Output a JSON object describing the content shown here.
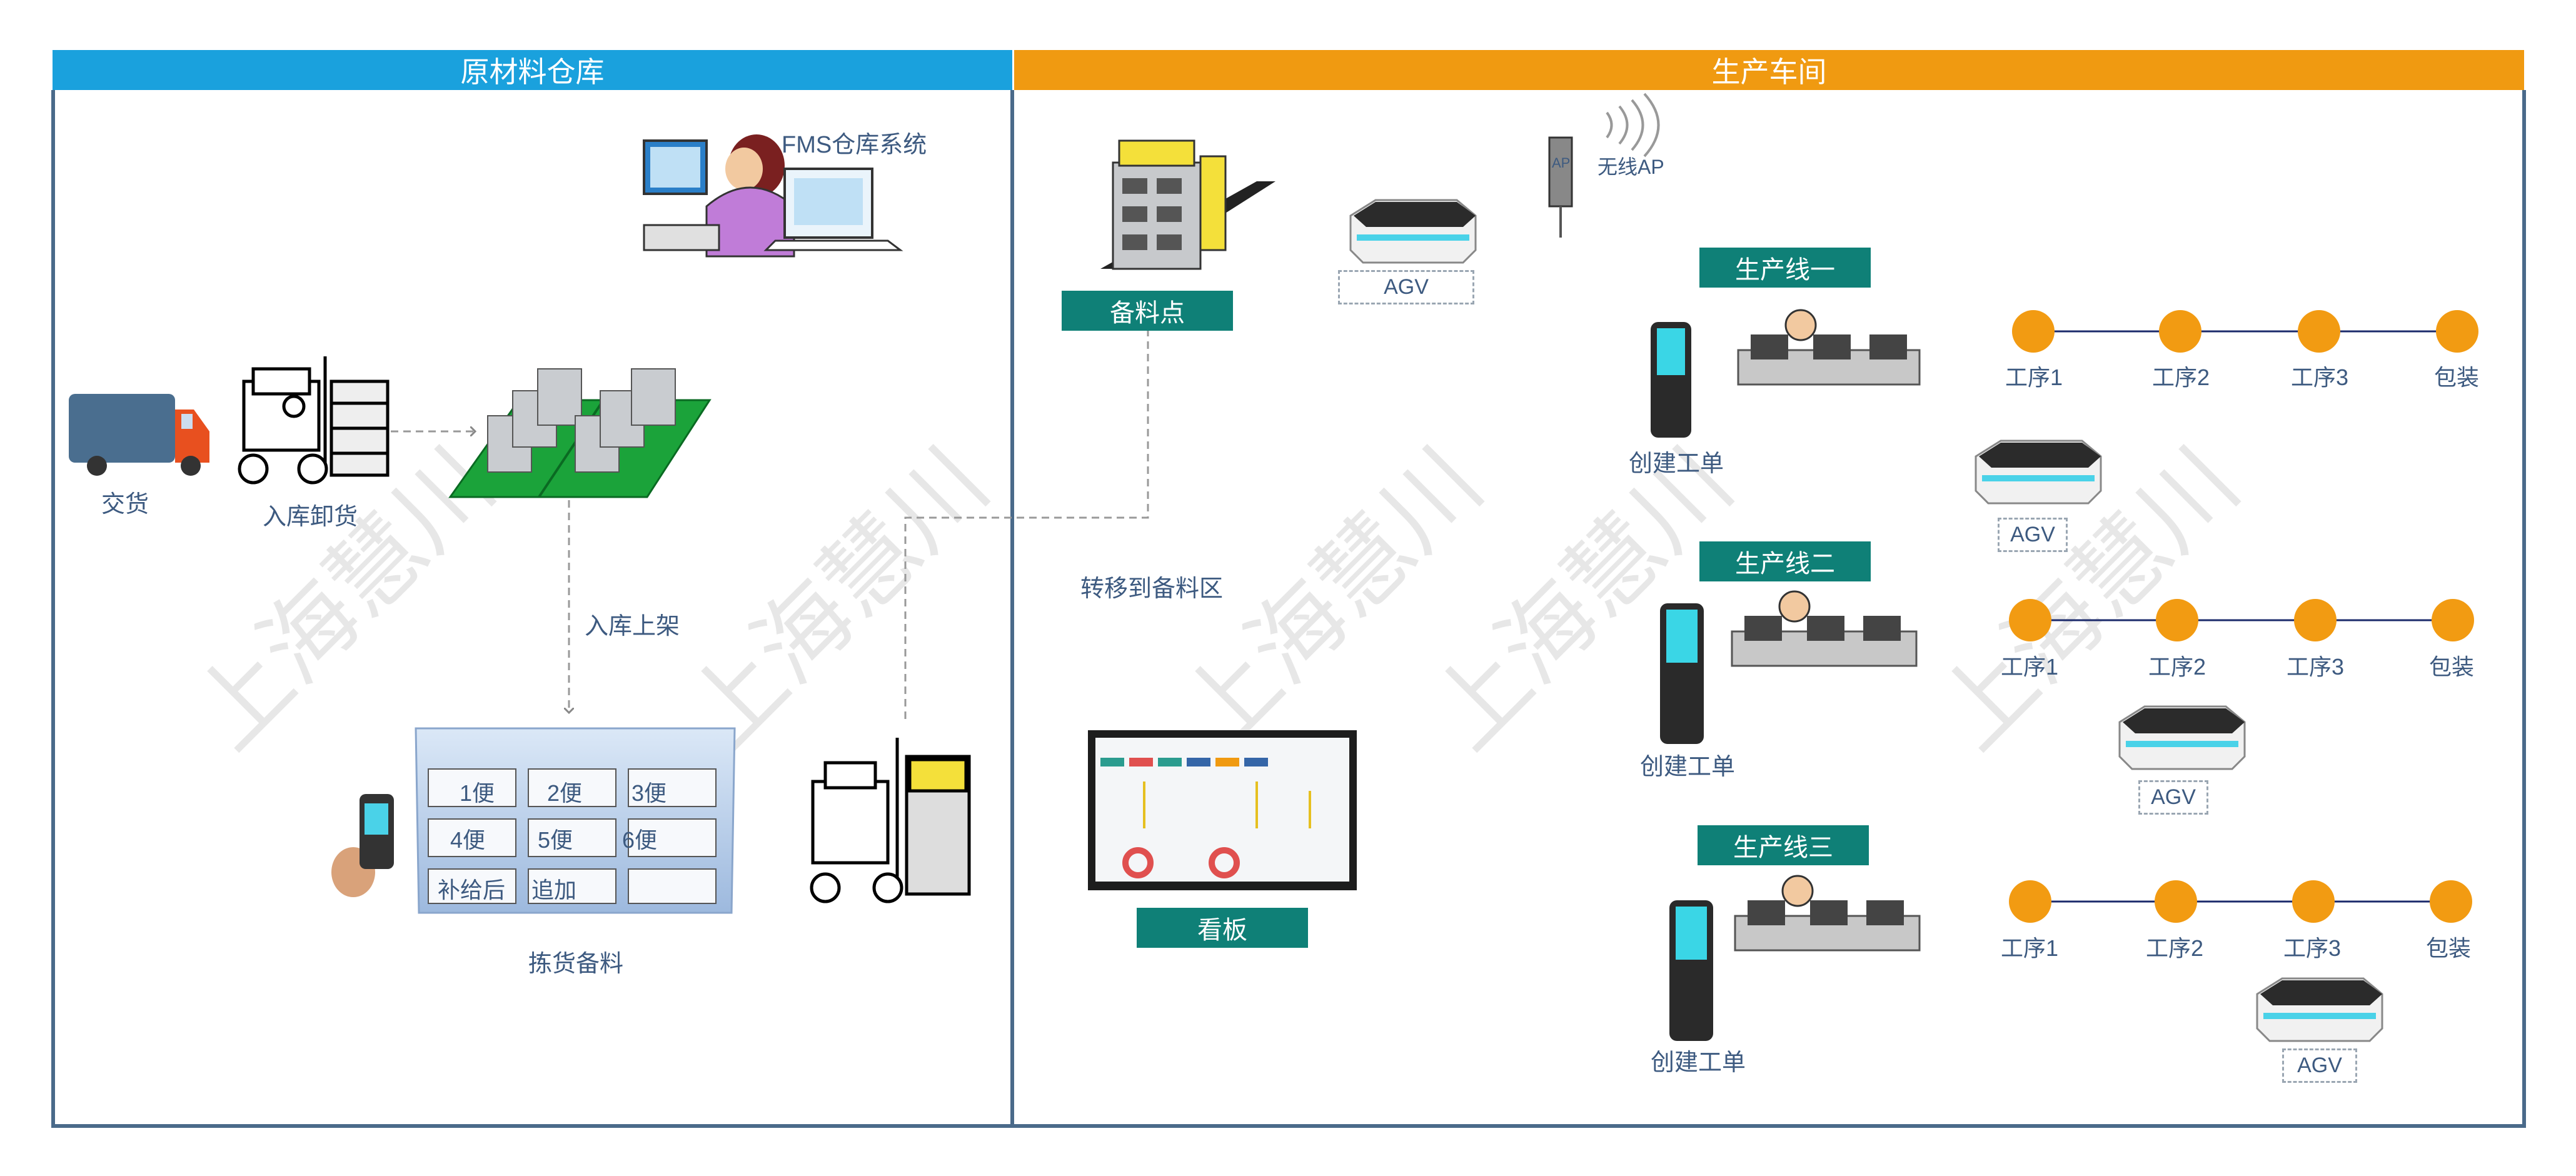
{
  "headers": {
    "left": "原材料仓库",
    "right": "生产车间"
  },
  "warehouse": {
    "fms_label": "FMS仓库系统",
    "delivery_label": "交货",
    "unload_label": "入库卸货",
    "shelving_label": "入库上架",
    "picking_label": "拣货备料",
    "shelf_cells": [
      "1便",
      "2便",
      "3便",
      "4便",
      "5便",
      "6便",
      "补给后",
      "追加"
    ]
  },
  "workshop": {
    "prep_point_label": "备料点",
    "wireless_ap_label": "无线AP",
    "ap_tag": "AP",
    "agv_label": "AGV",
    "transfer_label": "转移到备料区",
    "kanban_label": "看板",
    "lines": [
      {
        "title": "生产线一",
        "create_label": "创建工单",
        "steps": [
          "工序1",
          "工序2",
          "工序3",
          "包装"
        ],
        "agv_label": "AGV"
      },
      {
        "title": "生产线二",
        "create_label": "创建工单",
        "steps": [
          "工序1",
          "工序2",
          "工序3",
          "包装"
        ],
        "agv_label": "AGV"
      },
      {
        "title": "生产线三",
        "create_label": "创建工单",
        "steps": [
          "工序1",
          "工序2",
          "工序3",
          "包装"
        ],
        "agv_label": "AGV"
      }
    ]
  },
  "watermark": "上海慧川",
  "colors": {
    "header_blue": "#1aa1dd",
    "header_orange": "#f09a11",
    "teal": "#0f8077",
    "node_orange": "#f29b12",
    "border": "#4a6a8a"
  }
}
